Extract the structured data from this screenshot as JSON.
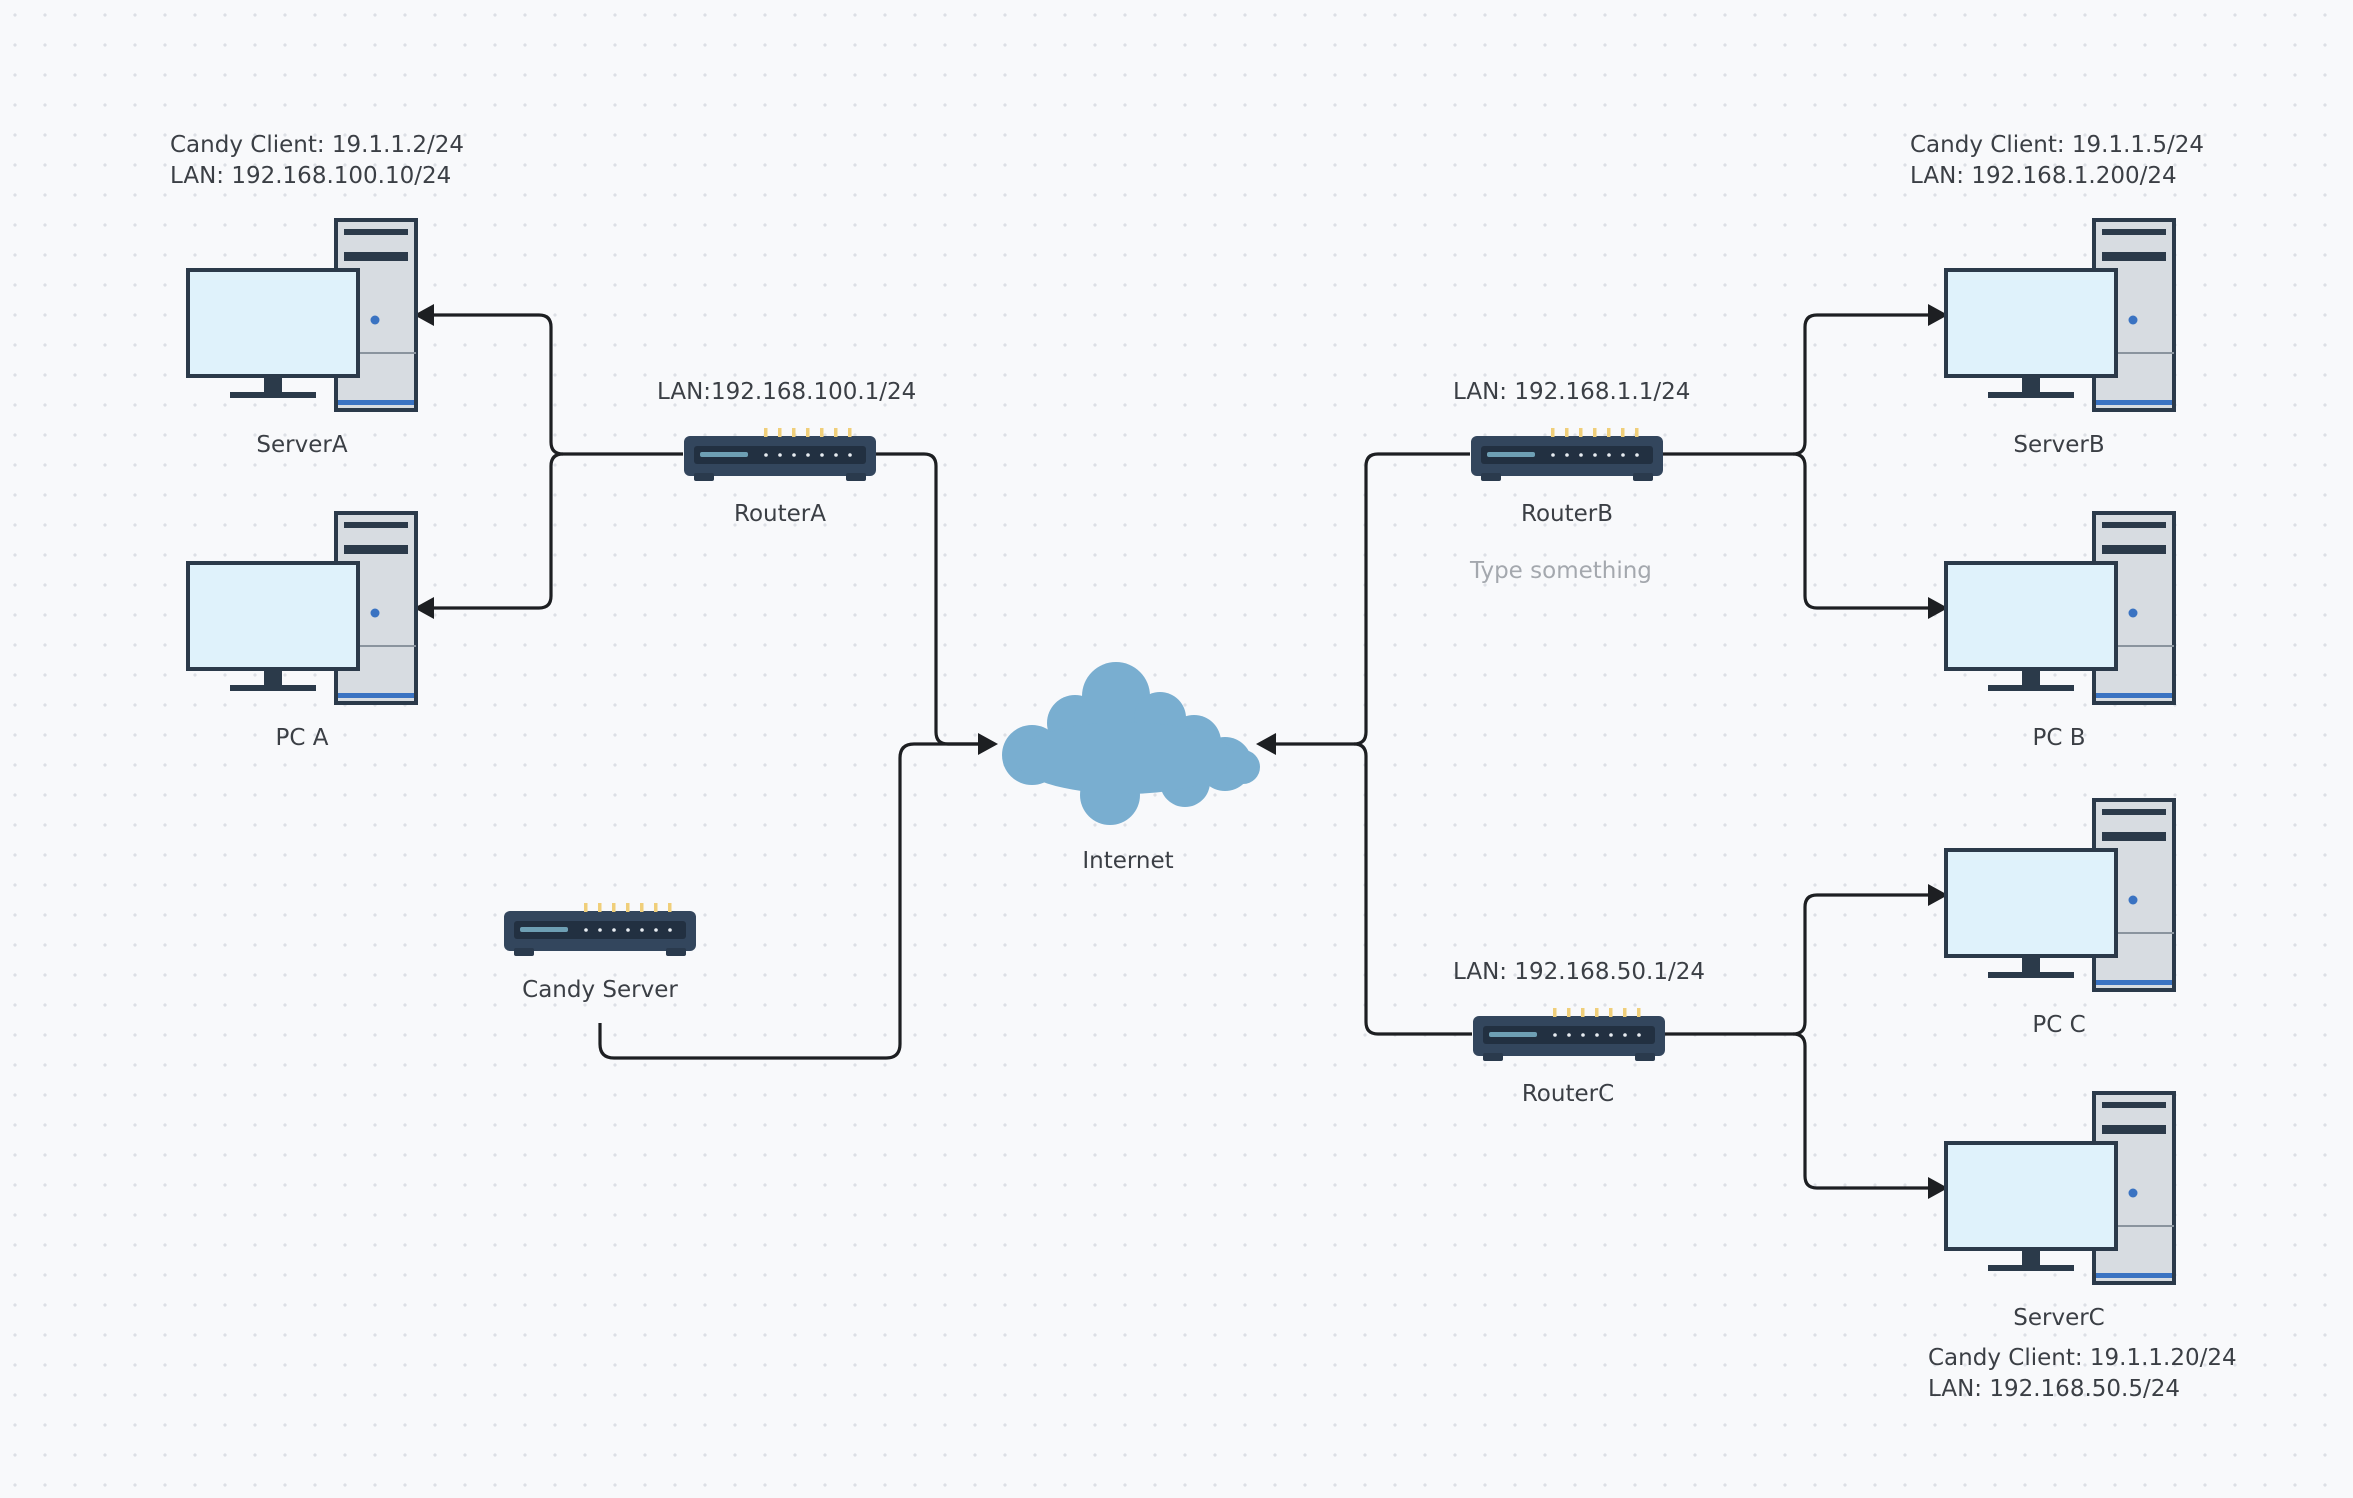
{
  "nodes": {
    "server_a": {
      "name": "ServerA",
      "client": "Candy Client: 19.1.1.2/24",
      "lan": "LAN: 192.168.100.10/24"
    },
    "pc_a": {
      "name": "PC A"
    },
    "router_a": {
      "name": "RouterA",
      "lan": "LAN:192.168.100.1/24"
    },
    "internet": {
      "name": "Internet"
    },
    "candy_server": {
      "name": "Candy Server"
    },
    "router_b": {
      "name": "RouterB",
      "lan": "LAN: 192.168.1.1/24",
      "note_placeholder": "Type something"
    },
    "server_b": {
      "name": "ServerB",
      "client": "Candy Client: 19.1.1.5/24",
      "lan": "LAN: 192.168.1.200/24"
    },
    "pc_b": {
      "name": "PC B"
    },
    "router_c": {
      "name": "RouterC",
      "lan": "LAN: 192.168.50.1/24"
    },
    "pc_c": {
      "name": "PC C"
    },
    "server_c": {
      "name": "ServerC",
      "client": "Candy Client: 19.1.1.20/24",
      "lan": "LAN: 192.168.50.5/24"
    }
  },
  "colors": {
    "monitor_screen": "#dff2fb",
    "device_outline": "#2b3a4a",
    "tower_body": "#d7dce1",
    "router_body": "#33465d",
    "router_leds": "#f0cf7a",
    "cloud": "#79aed0",
    "connector": "#1d1f22"
  }
}
